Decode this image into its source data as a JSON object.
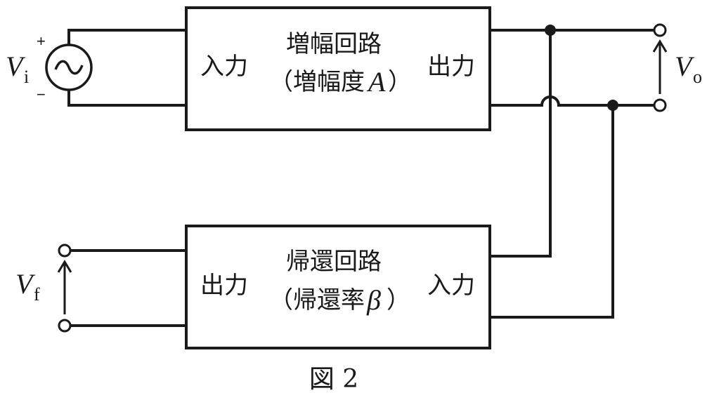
{
  "amplifier": {
    "title": "増幅回路",
    "subtitle": "（増幅度",
    "symbol": "A",
    "close": "）",
    "input_label": "入力",
    "output_label": "出力"
  },
  "feedback": {
    "title": "帰還回路",
    "subtitle": "（帰還率",
    "symbol": "β",
    "close": "）",
    "input_label": "入力",
    "output_label": "出力"
  },
  "source": {
    "var": "V",
    "sub": "i",
    "plus": "+",
    "minus": "−"
  },
  "output_voltage": {
    "var": "V",
    "sub": "o"
  },
  "feedback_voltage": {
    "var": "V",
    "sub": "f"
  },
  "caption": "図 2",
  "colors": {
    "ink": "#1a1a1a",
    "background": "#ffffff"
  }
}
